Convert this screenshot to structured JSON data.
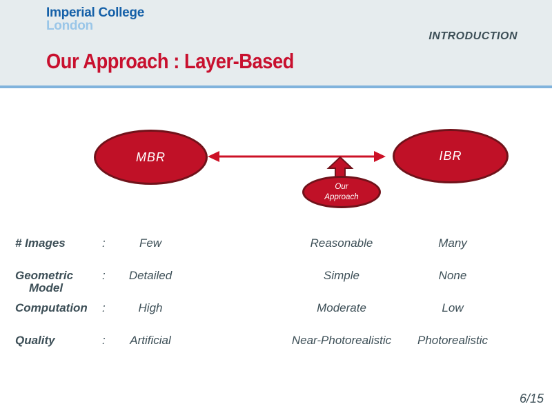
{
  "slide": {
    "logo": {
      "line1": "Imperial College",
      "line2": "London"
    },
    "section": "INTRODUCTION",
    "title": "Our Approach : Layer-Based",
    "page_number": "6/15"
  },
  "diagram": {
    "nodes": {
      "mbr": {
        "label": "MBR"
      },
      "ibr": {
        "label": "IBR"
      },
      "approach": {
        "label_line1": "Our",
        "label_line2": "Approach"
      }
    },
    "connector": "double-headed-arrow between MBR and IBR, block arrow up from Our Approach"
  },
  "table": {
    "colon": ":",
    "rows": [
      {
        "label": "# Images",
        "label2": "",
        "mbr": "Few",
        "middle": "Reasonable",
        "ibr": "Many"
      },
      {
        "label": "Geometric",
        "label2": "Model",
        "mbr": "Detailed",
        "middle": "Simple",
        "ibr": "None"
      },
      {
        "label": "Computation",
        "label2": "",
        "mbr": "High",
        "middle": "Moderate",
        "ibr": "Low"
      },
      {
        "label": "Quality",
        "label2": "",
        "mbr": "Artificial",
        "middle": "Near-Photorealistic",
        "ibr": "Photorealistic"
      }
    ]
  },
  "colors": {
    "header_background": "#E6ECEE",
    "divider_blue": "#80B3DC",
    "title_red": "#C8102E",
    "logo_navy": "#1560A8",
    "logo_light_blue": "#9AC6E8",
    "ellipse_fill": "#C01127",
    "ellipse_border": "#70121A",
    "arrow_red": "#CC1126",
    "body_text": "#3D4F57"
  }
}
